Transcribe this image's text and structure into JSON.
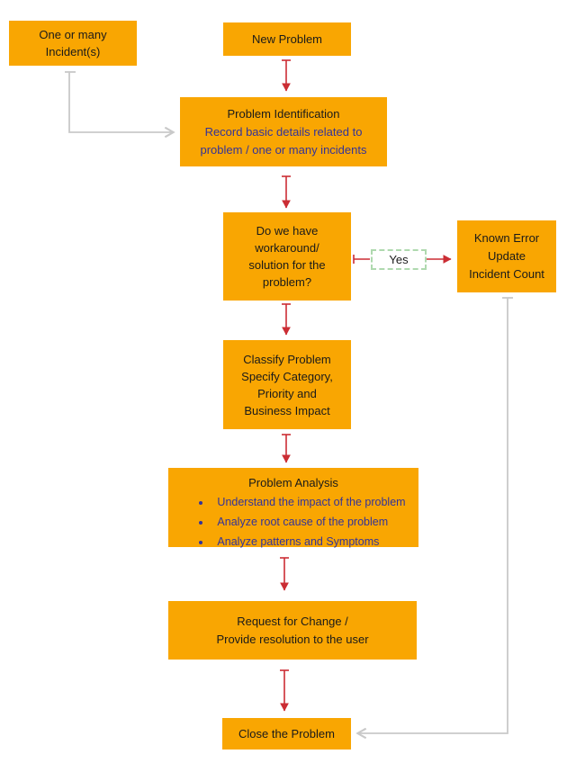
{
  "colors": {
    "box_fill": "#F9A602",
    "text_dark": "#1A1A1A",
    "text_blue": "#333399",
    "arrow_red": "#CB2D34",
    "arrow_gray": "#C9C9C9",
    "yes_border": "#AFD9AF",
    "background": "#FFFFFF"
  },
  "nodes": {
    "incidents": {
      "lines": [
        "One or many",
        "Incident(s)"
      ]
    },
    "new_problem": {
      "label": "New Problem"
    },
    "problem_identification": {
      "title": "Problem Identification",
      "details": [
        "Record basic details related to",
        "problem / one or many incidents"
      ]
    },
    "workaround_decision": {
      "lines": [
        "Do we have",
        "workaround/",
        "solution for the",
        "problem?"
      ]
    },
    "yes_label": {
      "label": "Yes"
    },
    "known_error": {
      "lines": [
        "Known Error",
        "Update",
        "Incident Count"
      ]
    },
    "classify": {
      "lines": [
        "Classify Problem",
        "Specify Category,",
        "Priority and",
        "Business Impact"
      ]
    },
    "analysis": {
      "title": "Problem Analysis",
      "bullets": [
        "Understand the impact of the problem",
        "Analyze root cause of the problem",
        "Analyze patterns and Symptoms"
      ]
    },
    "request_change": {
      "lines": [
        "Request for Change /",
        "Provide resolution to the user"
      ]
    },
    "close_problem": {
      "label": "Close the Problem"
    }
  }
}
